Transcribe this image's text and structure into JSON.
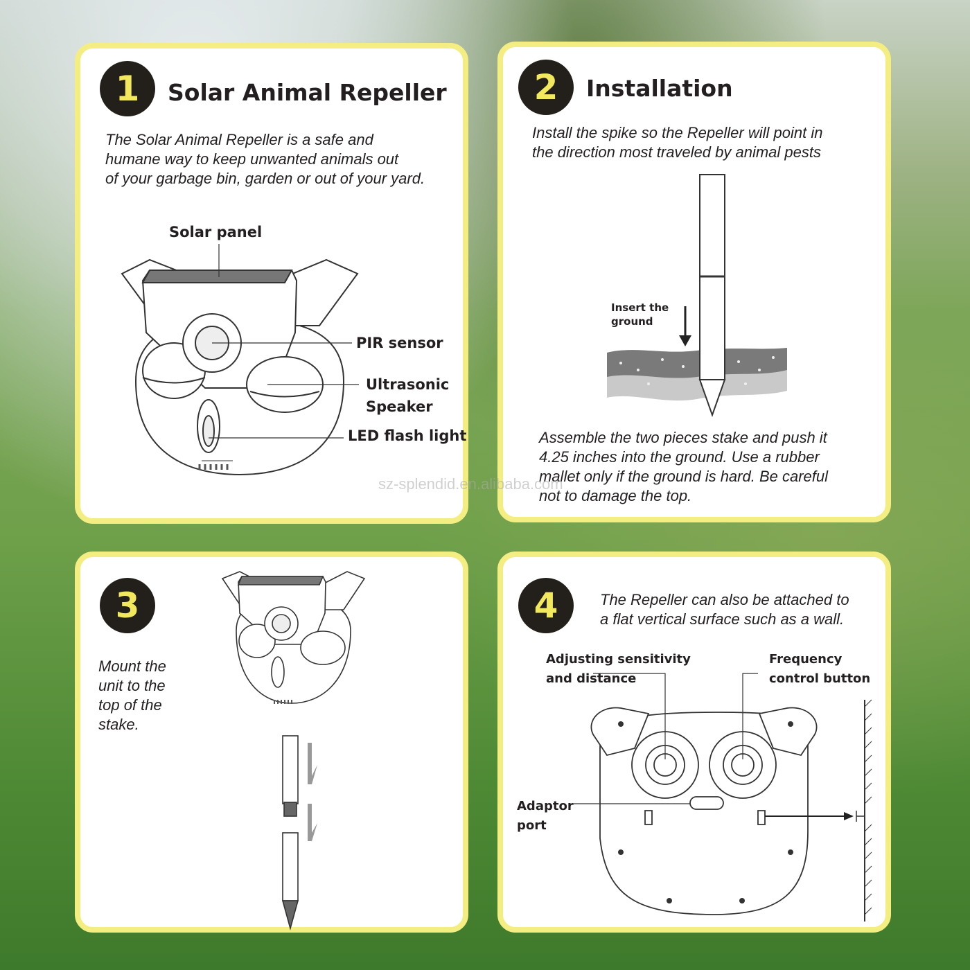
{
  "panel1": {
    "number": "1",
    "title": "Solar Animal Repeller",
    "desc_lines": [
      "The Solar Animal Repeller is a safe and",
      "humane way to keep unwanted animals out",
      "of your garbage bin, garden or out of your yard."
    ],
    "labels": {
      "solar_panel": "Solar panel",
      "pir": "PIR sensor",
      "ultrasonic_1": "Ultrasonic",
      "ultrasonic_2": "Speaker",
      "led": "LED flash light"
    }
  },
  "panel2": {
    "number": "2",
    "title": "Installation",
    "desc_lines": [
      "Install the spike so the Repeller will point in",
      "the direction most traveled by animal pests"
    ],
    "insert_lines": [
      "Insert the",
      "ground"
    ],
    "bottom_lines": [
      "Assemble the two pieces stake and push it",
      "4.25 inches into the ground. Use a rubber",
      "mallet only if the ground is hard. Be careful",
      "not to damage the top."
    ]
  },
  "panel3": {
    "number": "3",
    "desc_lines": [
      "Mount the",
      "unit to the",
      "top of the",
      "stake."
    ]
  },
  "panel4": {
    "number": "4",
    "desc_lines": [
      "The Repeller can also be attached to",
      "a flat vertical surface such as a wall."
    ],
    "labels": {
      "sens_1": "Adjusting sensitivity",
      "sens_2": "and distance",
      "freq_1": "Frequency",
      "freq_2": "control button",
      "adaptor_1": "Adaptor",
      "adaptor_2": "port"
    }
  },
  "watermark": "sz-splendid.en.alibaba.com",
  "colors": {
    "panel_border": "#f4ee82",
    "badge_bg": "#231f1a",
    "badge_text": "#f2e85e"
  }
}
